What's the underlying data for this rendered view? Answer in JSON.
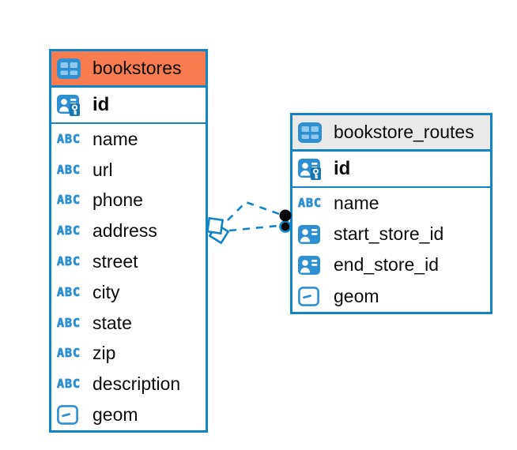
{
  "diagram": {
    "colors": {
      "accent_blue": "#1185C6",
      "icon_blue": "#2E90D1",
      "icon_cell_blue": "#8FC8EC",
      "header_orange": "#F97C50",
      "header_gray": "#E9E9E9",
      "endpoint_black": "#000000",
      "endpoint_fill_white": "#ffffff"
    },
    "tables": [
      {
        "name": "bookstores",
        "header_style": "orange",
        "header_icon": "table-icon",
        "columns": [
          {
            "name": "id",
            "icon": "primary-key-icon",
            "key": true
          },
          {
            "name": "name",
            "icon": "text-type-icon"
          },
          {
            "name": "url",
            "icon": "text-type-icon"
          },
          {
            "name": "phone",
            "icon": "text-type-icon"
          },
          {
            "name": "address",
            "icon": "text-type-icon"
          },
          {
            "name": "street",
            "icon": "text-type-icon"
          },
          {
            "name": "city",
            "icon": "text-type-icon"
          },
          {
            "name": "state",
            "icon": "text-type-icon"
          },
          {
            "name": "zip",
            "icon": "text-type-icon"
          },
          {
            "name": "description",
            "icon": "text-type-icon"
          },
          {
            "name": "geom",
            "icon": "geometry-type-icon"
          }
        ]
      },
      {
        "name": "bookstore_routes",
        "header_style": "gray",
        "header_icon": "table-icon",
        "columns": [
          {
            "name": "id",
            "icon": "primary-key-icon",
            "key": true
          },
          {
            "name": "name",
            "icon": "text-type-icon"
          },
          {
            "name": "start_store_id",
            "icon": "reference-icon"
          },
          {
            "name": "end_store_id",
            "icon": "reference-icon"
          },
          {
            "name": "geom",
            "icon": "geometry-type-icon"
          }
        ]
      }
    ],
    "relationships": [
      {
        "from": "bookstore_routes.start_store_id",
        "to": "bookstores.id",
        "line_style": "dashed"
      },
      {
        "from": "bookstore_routes.end_store_id",
        "to": "bookstores.id",
        "line_style": "dashed"
      }
    ]
  }
}
